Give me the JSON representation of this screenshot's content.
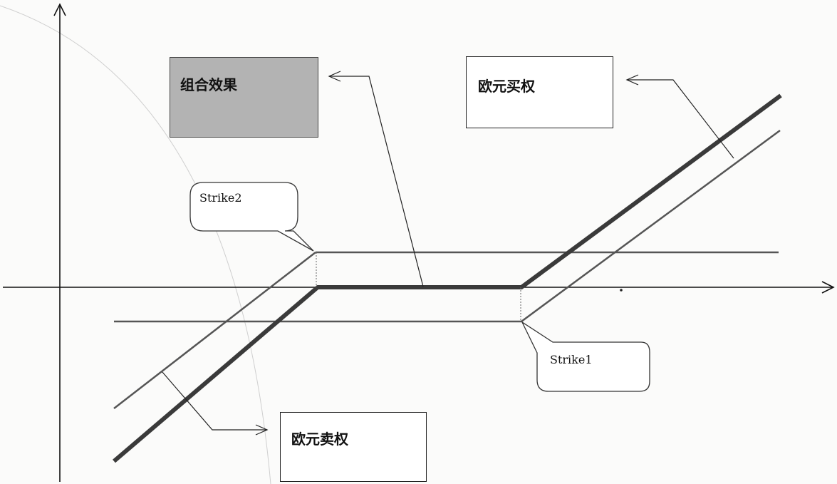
{
  "labels": {
    "combined_effect": "组合效果",
    "euro_call": "欧元买权",
    "euro_put": "欧元卖权",
    "strike1": "Strike1",
    "strike2": "Strike2"
  },
  "colors": {
    "background": "#fbfbfa",
    "ink": "#222222",
    "thick_line": "#3a3a3a",
    "combo_box_fill": "#b3b3b3"
  }
}
